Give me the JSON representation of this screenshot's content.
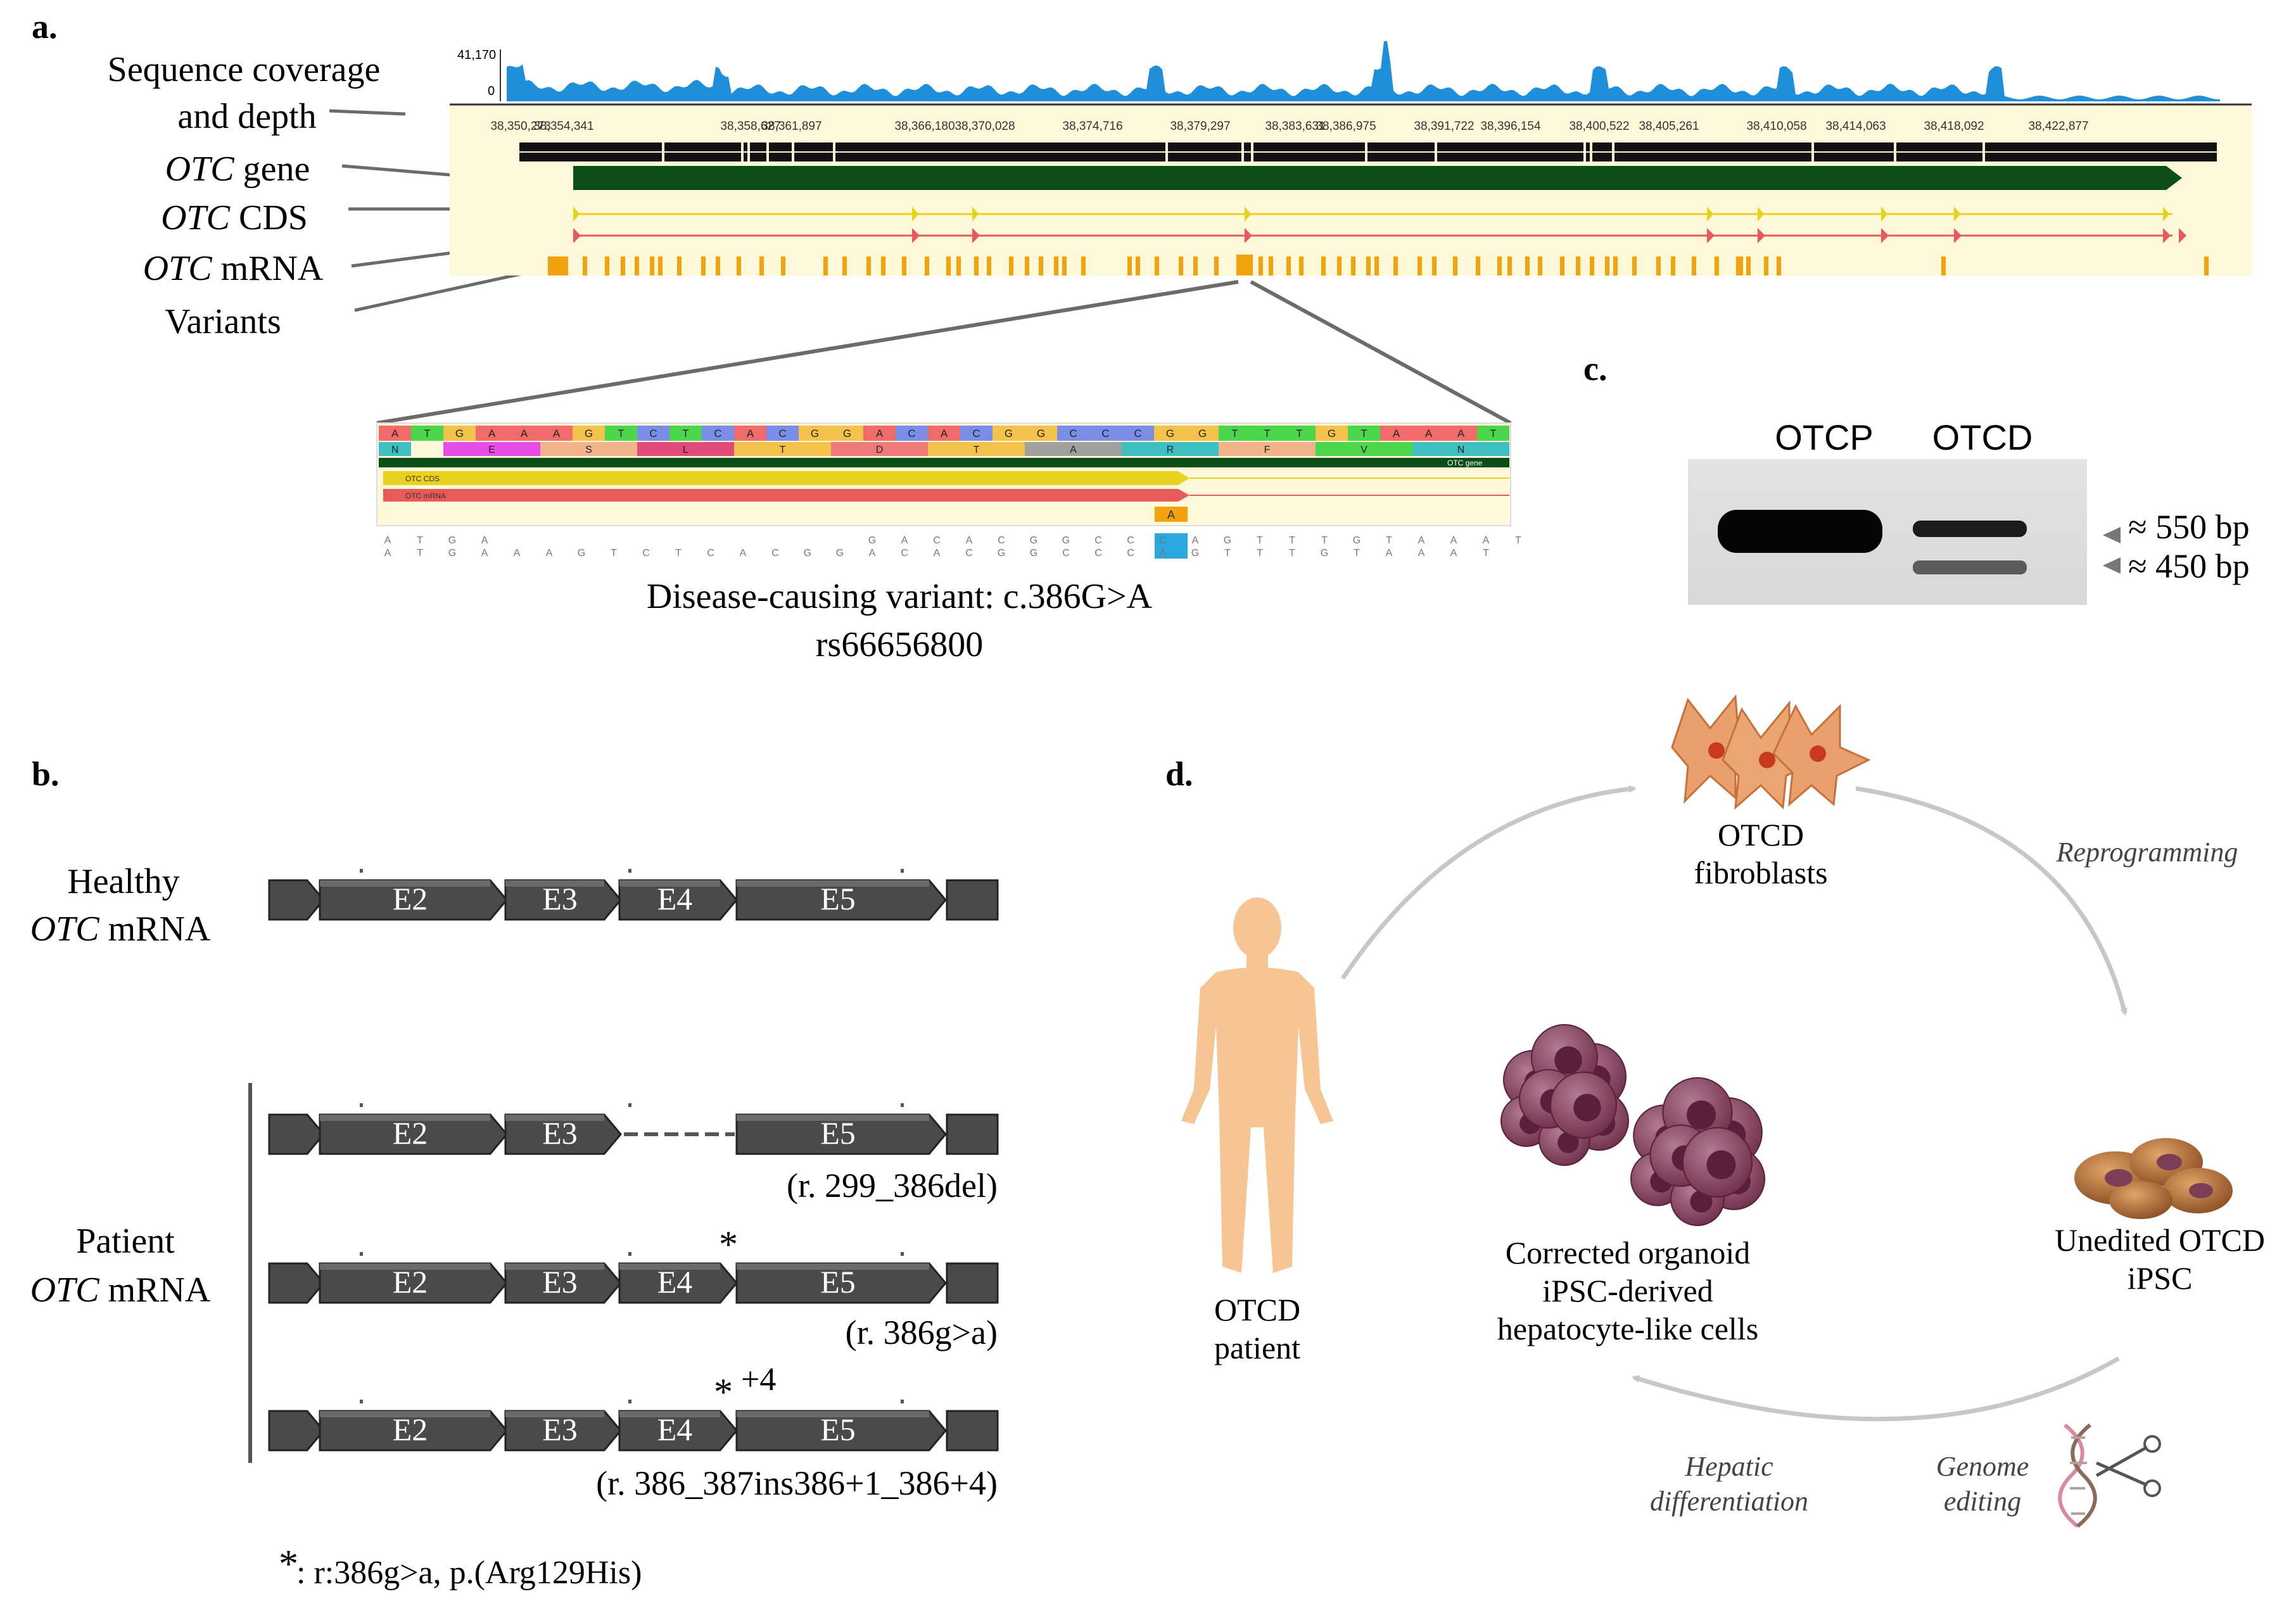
{
  "panel_a": {
    "letter": "a.",
    "track_labels": {
      "coverage_1": "Sequence coverage",
      "coverage_2": "and depth",
      "gene_name": "OTC",
      "gene_suffix": " gene",
      "cds_name": "OTC",
      "cds_suffix": " CDS",
      "mrna_name": "OTC",
      "mrna_suffix": " mRNA",
      "variants": "Variants"
    },
    "coverage_max": "41,170",
    "coverage_min": "0",
    "ruler_ticks": [
      "38,350,273",
      "38,354,341",
      "38,358,627",
      "38,361,897",
      "38,366,180",
      "38,370,028",
      "38,374,716",
      "38,379,297",
      "38,383,631",
      "38,386,975",
      "38,391,722",
      "38,396,154",
      "38,400,522",
      "38,405,261",
      "38,410,058",
      "38,414,063",
      "38,418,092",
      "38,422,877"
    ],
    "zoom": {
      "dna": [
        "A",
        "T",
        "G",
        "A",
        "A",
        "A",
        "G",
        "T",
        "C",
        "T",
        "C",
        "A",
        "C",
        "G",
        "G",
        "A",
        "C",
        "A",
        "C",
        "G",
        "G",
        "C",
        "C",
        "C",
        "G",
        "G",
        "T",
        "T",
        "T",
        "G",
        "T",
        "A",
        "A",
        "A",
        "T"
      ],
      "aa": [
        {
          "label": "N",
          "start": 0,
          "len": 1
        },
        {
          "label": "E",
          "start": 2,
          "len": 3
        },
        {
          "label": "S",
          "start": 5,
          "len": 3
        },
        {
          "label": "L",
          "start": 8,
          "len": 3
        },
        {
          "label": "T",
          "start": 11,
          "len": 3
        },
        {
          "label": "D",
          "start": 14,
          "len": 3
        },
        {
          "label": "T",
          "start": 17,
          "len": 3
        },
        {
          "label": "A",
          "start": 20,
          "len": 3
        },
        {
          "label": "R",
          "start": 23,
          "len": 3
        },
        {
          "label": "F",
          "start": 26,
          "len": 3
        },
        {
          "label": "V",
          "start": 29,
          "len": 3
        },
        {
          "label": "N",
          "start": 32,
          "len": 3
        }
      ],
      "gene_track_label": "OTC gene",
      "cds_track_label": "OTC CDS",
      "mrna_track_label": "OTC mRNA",
      "variant_base": "A",
      "reads": [
        [
          "A",
          "T",
          "G",
          "A",
          "",
          "",
          "",
          "",
          "",
          "",
          "",
          "",
          "",
          "",
          "",
          "G",
          "A",
          "C",
          "A",
          "C",
          "G",
          "G",
          "C",
          "C",
          "C",
          "A",
          "G",
          "T",
          "T",
          "T",
          "G",
          "T",
          "A",
          "A",
          "A",
          "T"
        ],
        [
          "A",
          "T",
          "G",
          "A",
          "A",
          "A",
          "G",
          "T",
          "C",
          "T",
          "C",
          "A",
          "C",
          "G",
          "G",
          "A",
          "C",
          "A",
          "C",
          "G",
          "G",
          "C",
          "C",
          "C",
          "A",
          "G",
          "T",
          "T",
          "T",
          "G",
          "T",
          "A",
          "A",
          "A",
          "T"
        ]
      ],
      "caption_line1": "Disease-causing variant: c.386G>A",
      "caption_line2": "rs66656800"
    }
  },
  "panel_b": {
    "letter": "b.",
    "healthy_label_1": "Healthy",
    "healthy_label_2_name": "OTC",
    "healthy_label_2_suffix": " mRNA",
    "patient_label_1": "Patient",
    "patient_label_2_name": "OTC",
    "patient_label_2_suffix": " mRNA",
    "exons": {
      "e2": "E2",
      "e3": "E3",
      "e4": "E4",
      "e5": "E5"
    },
    "variant_1": "(r.  299_386del)",
    "variant_2": "(r.  386g>a)",
    "variant_3": "(r.  386_387ins386+1_386+4)",
    "star": "*",
    "plus4": "+4",
    "footnote_star": "*",
    "footnote": ": r:386g>a,  p.(Arg129His)"
  },
  "panel_c": {
    "letter": "c.",
    "lane_1": "OTCP",
    "lane_2": "OTCD",
    "band_1": "≈ 550 bp",
    "band_2": "≈ 450 bp"
  },
  "panel_d": {
    "letter": "d.",
    "fibroblasts_1": "OTCD",
    "fibroblasts_2": "fibroblasts",
    "reprogramming": "Reprogramming",
    "ipsc_1": "Unedited OTCD",
    "ipsc_2": "iPSC",
    "genome_1": "Genome",
    "genome_2": "editing",
    "hepatic_1": "Hepatic",
    "hepatic_2": "differentiation",
    "organoid_1": "Corrected organoid",
    "organoid_2": "iPSC-derived",
    "organoid_3": "hepatocyte-like cells",
    "patient_1": "OTCD",
    "patient_2": "patient"
  },
  "colors": {
    "coverage": "#1e8fd8",
    "gene_bar": "#0b4d16",
    "cds": "#e8d21e",
    "mrna": "#e85a5a",
    "variant": "#f2a20c",
    "track_bg": "#fdf8d8",
    "exon": "#4a4a4a",
    "cell_orange": "#e9a06c",
    "organoid": "#8b4a66",
    "ipsc": "#b07440",
    "body": "#f7c493"
  }
}
